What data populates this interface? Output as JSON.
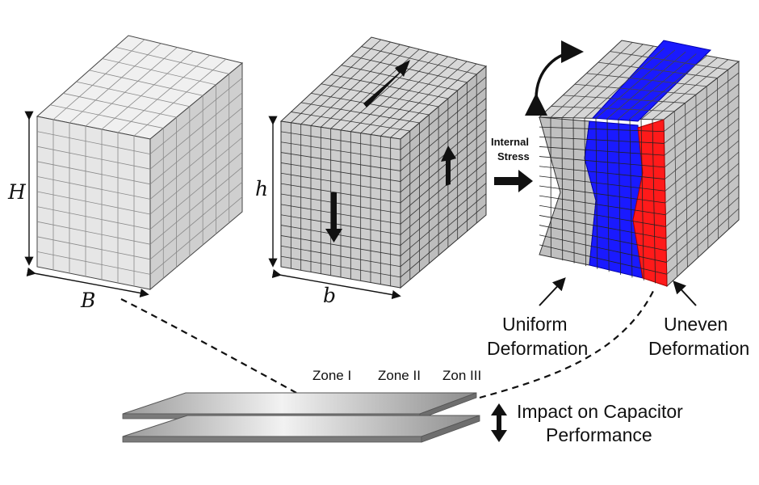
{
  "labels": {
    "cube1_height": "H",
    "cube1_width": "B",
    "cube2_height": "h",
    "cube2_width": "b",
    "arrow_label_line1": "Internal",
    "arrow_label_line2": "Stress",
    "uniform_line1": "Uniform",
    "uniform_line2": "Deformation",
    "uneven_line1": "Uneven",
    "uneven_line2": "Deformation",
    "zone1": "Zone I",
    "zone2": "Zone II",
    "zone3": "Zon III",
    "impact_line1": "Impact on Capacitor",
    "impact_line2": "Performance"
  },
  "colors": {
    "uniform_region": "#1a1aff",
    "uneven_region": "#ff1a1a",
    "dielectric": "#8fd3f4",
    "cube_front": "#e6e6e6",
    "cube_side": "#c8c8c8",
    "cube_top": "#f2f2f2"
  }
}
